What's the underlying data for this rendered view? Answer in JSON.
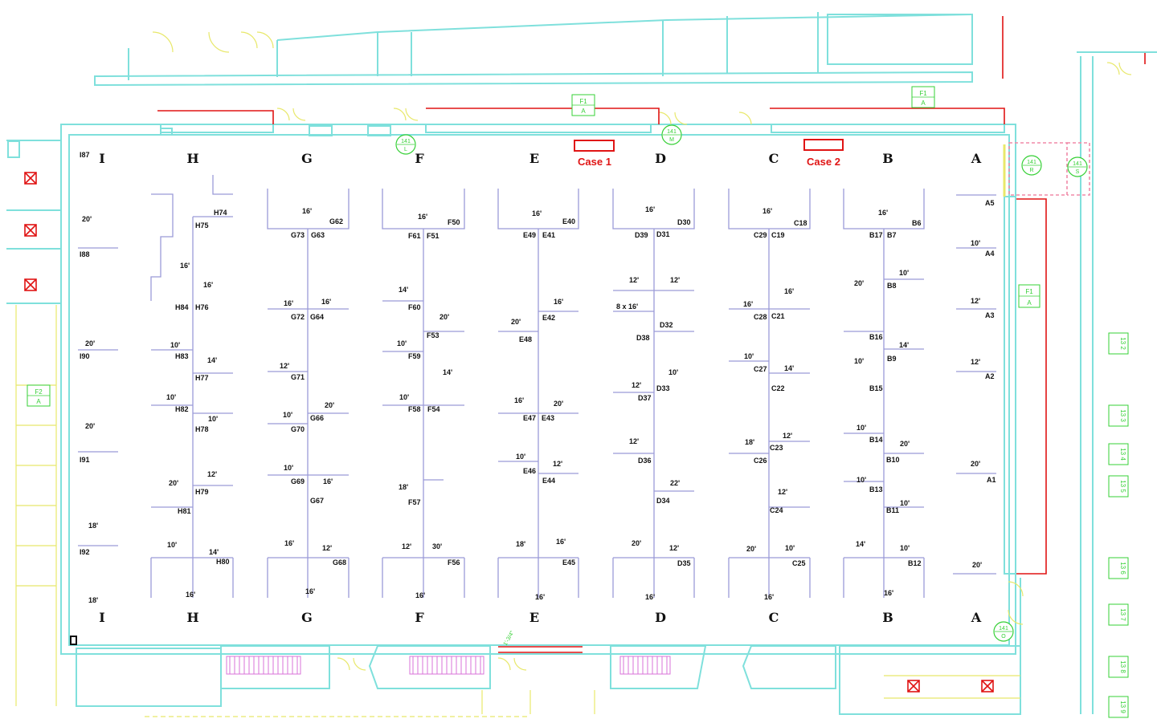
{
  "colors": {
    "wall": "#7fe0dc",
    "detail": "#e8e86a",
    "booth_line": "#9b9bd8",
    "highlight": "#e01414",
    "tag": "#36d036",
    "escalator": "#d873d8",
    "text": "#111111"
  },
  "column_labels": [
    "I",
    "H",
    "G",
    "F",
    "E",
    "D",
    "C",
    "B",
    "A"
  ],
  "cases": [
    {
      "label": "Case 1"
    },
    {
      "label": "Case 2"
    }
  ],
  "door_tags": [
    {
      "top": "141",
      "bottom": "L"
    },
    {
      "top": "141",
      "bottom": "M"
    },
    {
      "top": "141",
      "bottom": "R"
    },
    {
      "top": "141",
      "bottom": "S"
    },
    {
      "top": "141",
      "bottom": "O"
    }
  ],
  "panel_tags": [
    {
      "top": "F1",
      "bottom": "A"
    },
    {
      "top": "F1",
      "bottom": "A"
    },
    {
      "top": "F1",
      "bottom": "A"
    },
    {
      "top": "F2",
      "bottom": "A"
    }
  ],
  "side_tags": [
    "13 2",
    "13 3",
    "13 4",
    "13 5",
    "13 6",
    "13 7",
    "13 8",
    "13 9"
  ],
  "booths": [
    "I87",
    "I88",
    "I90",
    "I91",
    "I92",
    "H74",
    "H75",
    "H84",
    "H76",
    "H83",
    "H77",
    "H82",
    "H78",
    "H79",
    "H81",
    "H80",
    "G62",
    "G73",
    "G63",
    "G72",
    "G64",
    "G71",
    "G66",
    "G70",
    "G69",
    "G67",
    "G68",
    "F50",
    "F61",
    "F51",
    "F60",
    "F53",
    "F59",
    "F58",
    "F54",
    "F57",
    "F56",
    "E40",
    "E49",
    "E41",
    "E42",
    "E48",
    "E47",
    "E43",
    "E46",
    "E44",
    "E45",
    "D30",
    "D39",
    "D31",
    "D32",
    "D38",
    "D33",
    "D37",
    "D36",
    "D34",
    "D35",
    "C18",
    "C29",
    "C19",
    "C28",
    "C21",
    "C27",
    "C22",
    "C23",
    "C26",
    "C24",
    "C25",
    "B6",
    "B17",
    "B7",
    "B8",
    "B16",
    "B9",
    "B15",
    "B14",
    "B10",
    "B13",
    "B11",
    "B12",
    "A5",
    "A4",
    "A3",
    "A2",
    "A1"
  ],
  "dimensions": [
    "20'",
    "20'",
    "20'",
    "18'",
    "18'",
    "16'",
    "16'",
    "10'",
    "14'",
    "10'",
    "10'",
    "20'",
    "12'",
    "10'",
    "14'",
    "16'",
    "16'",
    "16'",
    "16'",
    "12'",
    "20'",
    "10'",
    "10'",
    "16'",
    "16'",
    "12'",
    "16'",
    "16'",
    "14'",
    "20'",
    "10'",
    "14'",
    "10'",
    "18'",
    "12'",
    "30'",
    "16'",
    "16'",
    "16'",
    "20'",
    "16'",
    "20'",
    "10'",
    "12'",
    "18'",
    "16'",
    "16'",
    "16'",
    "12'",
    "12'",
    "8 x 16'",
    "10'",
    "12'",
    "12'",
    "22'",
    "20'",
    "12'",
    "16'",
    "16'",
    "16'",
    "16'",
    "10'",
    "14'",
    "18'",
    "12'",
    "12'",
    "20'",
    "10'",
    "16'",
    "16'",
    "20'",
    "10'",
    "14'",
    "10'",
    "10'",
    "20'",
    "10'",
    "10'",
    "14'",
    "10'",
    "16'",
    "10'",
    "12'",
    "12'",
    "20'",
    "20'",
    "1'-3/4\""
  ]
}
